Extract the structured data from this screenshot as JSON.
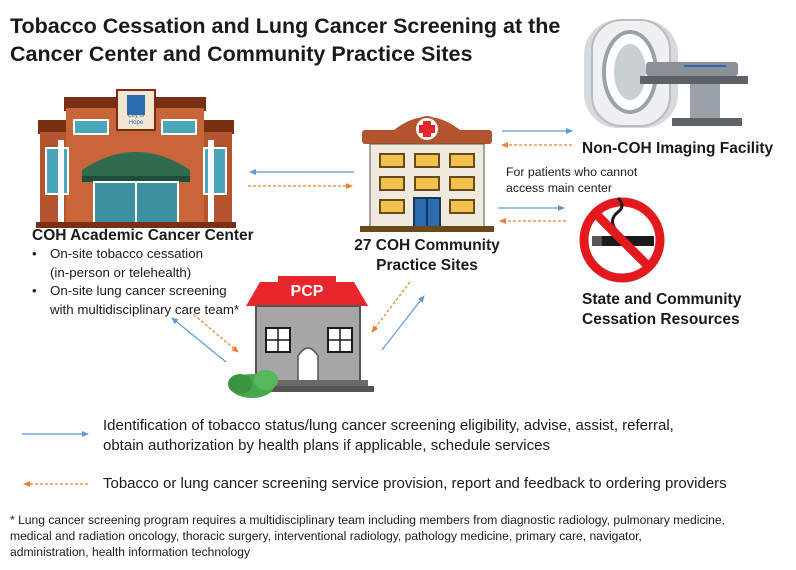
{
  "title": {
    "line1": "Tobacco Cessation and Lung Cancer Screening at the",
    "line2": "Cancer Center and Community Practice Sites"
  },
  "academic_center": {
    "name": "COH Academic Cancer Center",
    "sign_line1": "City of",
    "sign_line2": "Hope",
    "bullets": [
      {
        "line1": "On-site tobacco cessation",
        "line2": "(in-person or telehealth)"
      },
      {
        "line1": "On-site lung cancer screening",
        "line2": "with multidisciplinary care team*"
      }
    ]
  },
  "community_sites": {
    "line1": "27 COH Community",
    "line2": "Practice Sites"
  },
  "imaging": {
    "name": "Non-COH Imaging Facility",
    "note_line1": "For patients who cannot",
    "note_line2": "access main center"
  },
  "cessation_resources": {
    "line1": "State and Community",
    "line2": "Cessation Resources"
  },
  "pcp": {
    "label": "PCP"
  },
  "legend": {
    "blue": {
      "color": "#5b9bd5",
      "line1": "Identification of tobacco status/lung cancer screening eligibility, advise, assist, referral,",
      "line2": "obtain authorization by health plans if applicable, schedule services"
    },
    "orange": {
      "color": "#ed7d31",
      "line1": "Tobacco or lung cancer screening service provision, report and feedback to ordering providers"
    }
  },
  "footnote": {
    "line1": "* Lung cancer screening program requires a multidisciplinary team including members from diagnostic radiology, pulmonary medicine,",
    "line2": "medical and radiation oncology, thoracic surgery, interventional radiology, pathology medicine, primary care, navigator,",
    "line3": "administration, health information technology"
  },
  "colors": {
    "arrow_blue": "#5b9bd5",
    "arrow_orange": "#ed7d31",
    "roof_green": "#2e6b4f",
    "pcp_red": "#e8262b",
    "no_smoking_red": "#e3191e",
    "brick": "#b3542f",
    "bush_green": "#46a84a"
  }
}
